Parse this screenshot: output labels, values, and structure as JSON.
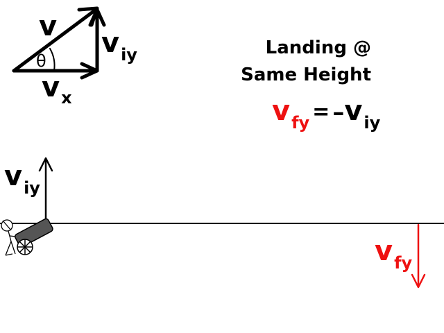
{
  "vector_triangle": {
    "resultant_label": "v",
    "angle_label": "θ",
    "x_component_base": "v",
    "x_component_sub": "x",
    "y_component_base": "v",
    "y_component_sub": "iy"
  },
  "title": {
    "line1": "Landing @",
    "line2": "Same Height"
  },
  "equation": {
    "lhs_base": "v",
    "lhs_sub": "fy",
    "equals": "=",
    "minus": "–",
    "rhs_base": "v",
    "rhs_sub": "iy"
  },
  "launch_vector": {
    "base": "v",
    "sub": "iy"
  },
  "landing_vector": {
    "base": "v",
    "sub": "fy"
  },
  "colors": {
    "ink": "#000000",
    "final_velocity": "#ee1111",
    "cannon": "#555555"
  }
}
